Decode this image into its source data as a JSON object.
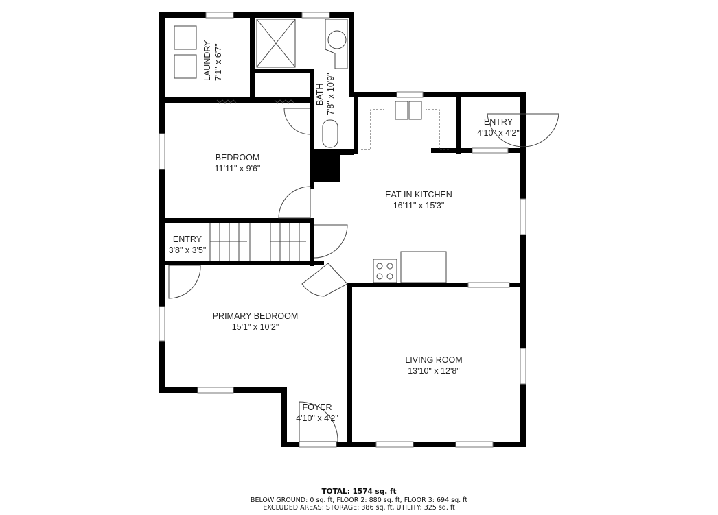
{
  "rooms": [
    {
      "name": "LAUNDRY",
      "dims": "7'1\" x 6'7\""
    },
    {
      "name": "BATH",
      "dims": "7'8\" x 10'9\""
    },
    {
      "name": "BEDROOM",
      "dims": "11'11\" x 9'6\""
    },
    {
      "name": "ENTRY",
      "dims": "4'10\" x 4'2\""
    },
    {
      "name": "EAT-IN KITCHEN",
      "dims": "16'11\" x 15'3\""
    },
    {
      "name": "ENTRY",
      "dims": "3'8\" x 3'5\""
    },
    {
      "name": "PRIMARY BEDROOM",
      "dims": "15'1\" x 10'2\""
    },
    {
      "name": "LIVING ROOM",
      "dims": "13'10\" x 12'8\""
    },
    {
      "name": "FOYER",
      "dims": "4'10\" x 4'2\""
    }
  ],
  "summary": {
    "total": "TOTAL: 1574 sq. ft",
    "floors": "BELOW GROUND: 0 sq. ft, FLOOR 2: 880 sq. ft, FLOOR 3: 694 sq. ft",
    "excluded": "EXCLUDED AREAS: STORAGE: 386 sq. ft, UTILITY: 325 sq. ft"
  }
}
